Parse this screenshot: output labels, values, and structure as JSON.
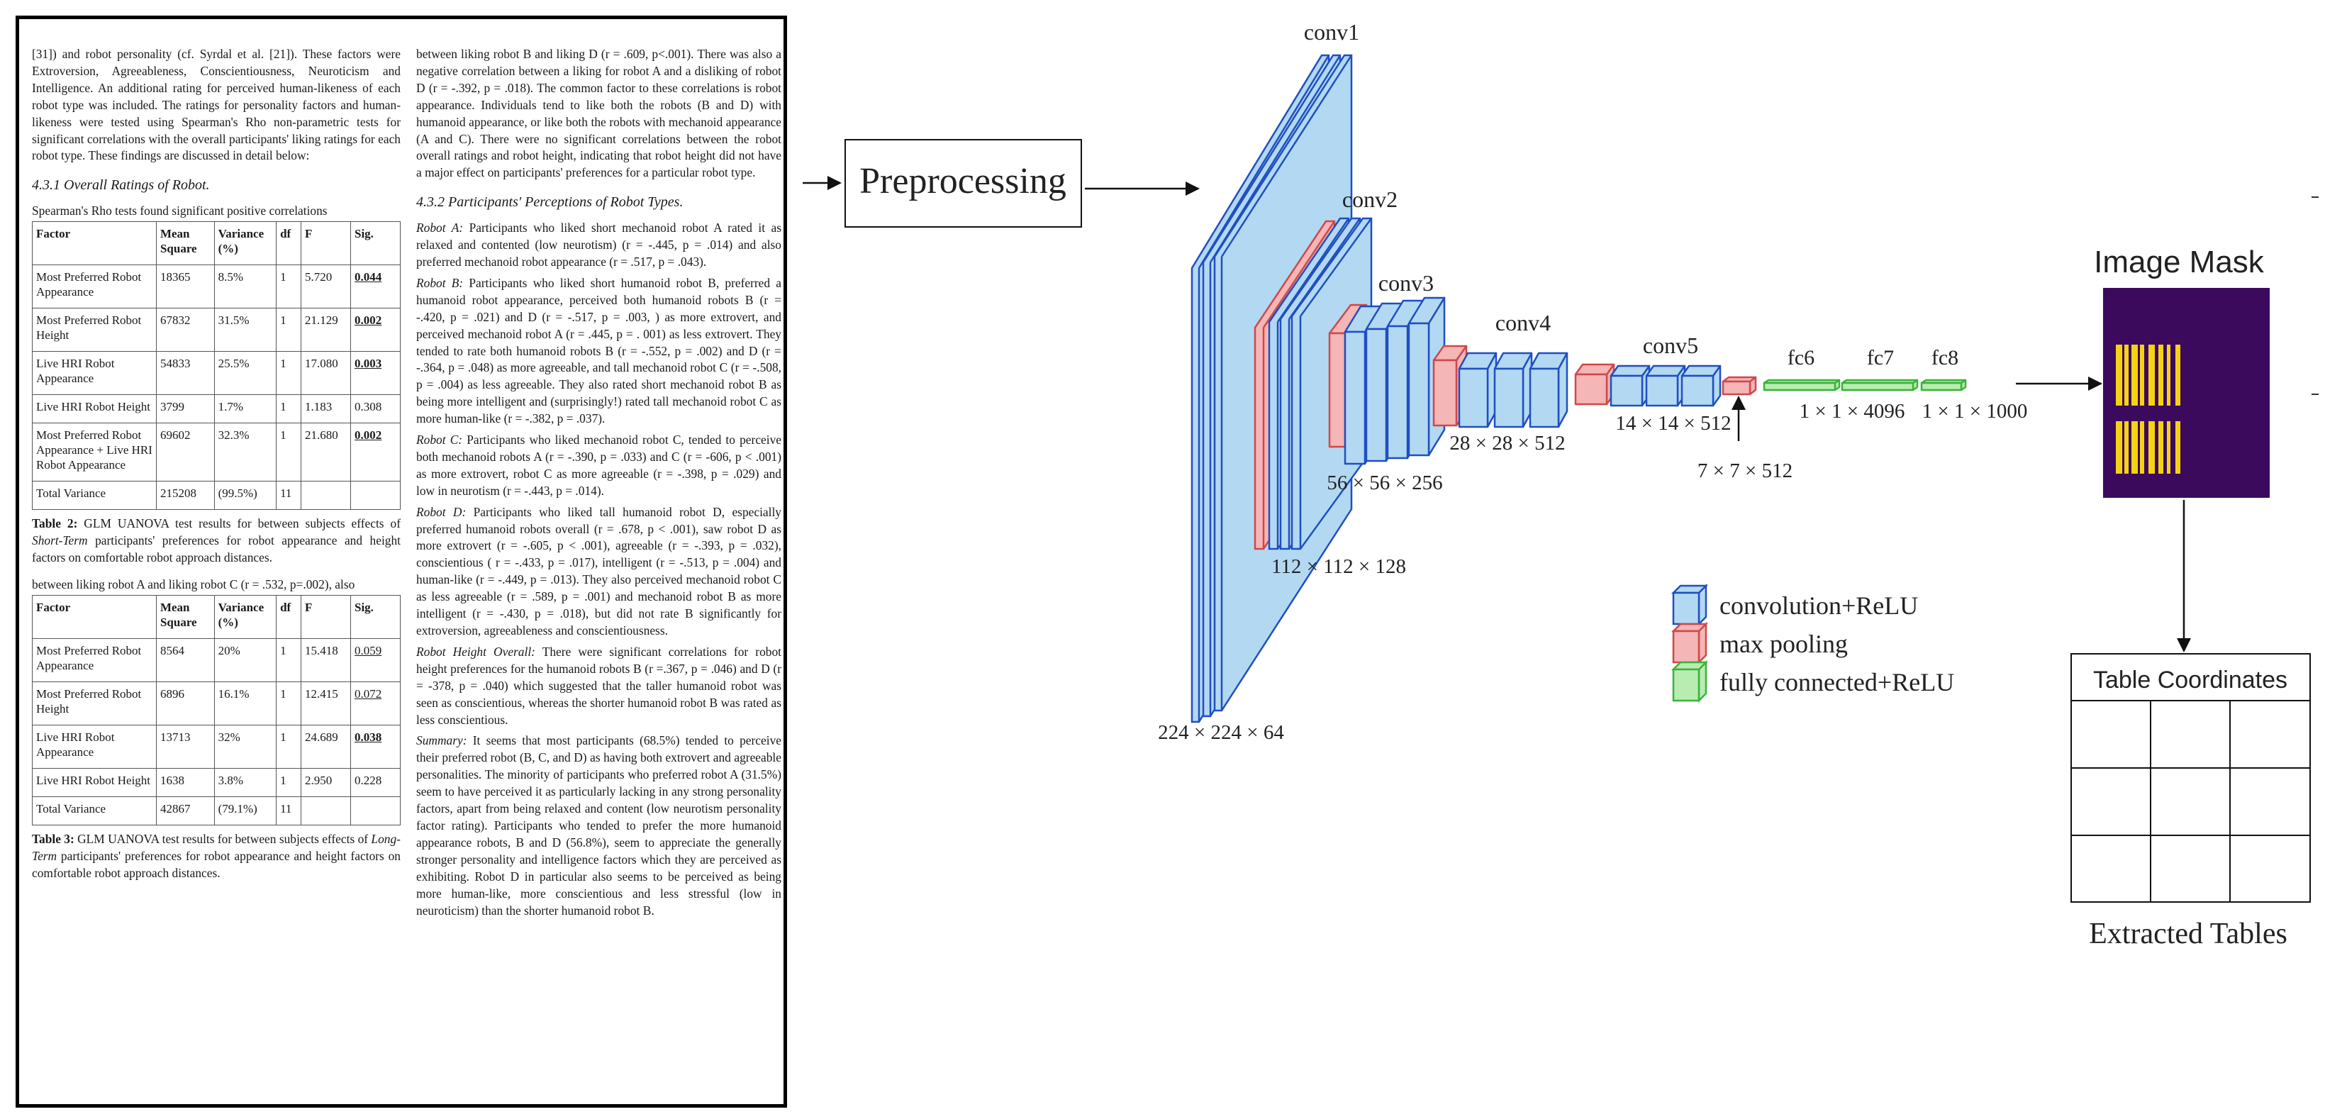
{
  "paper": {
    "left_intro": "[31]) and robot personality (cf. Syrdal et al. [21]). These factors were Extroversion, Agreeableness, Conscientiousness, Neuroticism and Intelligence. An additional rating for perceived human-likeness of each robot type was included. The ratings for personality factors and human-likeness were tested using Spearman's Rho non-parametric tests for significant correlations with the overall participants' liking ratings for each robot type. These findings are discussed in detail below:",
    "section_431": "4.3.1 Overall Ratings of Robot.",
    "section_431_lead": "Spearman's Rho tests found significant positive correlations",
    "table2": {
      "headers": [
        "Factor",
        "Mean Square",
        "Variance (%)",
        "df",
        "F",
        "Sig."
      ],
      "rows": [
        [
          "Most Preferred Robot Appearance",
          "18365",
          "8.5%",
          "1",
          "5.720",
          "0.044"
        ],
        [
          "Most Preferred Robot Height",
          "67832",
          "31.5%",
          "1",
          "21.129",
          "0.002"
        ],
        [
          "Live HRI Robot Appearance",
          "54833",
          "25.5%",
          "1",
          "17.080",
          "0.003"
        ],
        [
          "Live HRI Robot Height",
          "3799",
          "1.7%",
          "1",
          "1.183",
          "0.308"
        ],
        [
          "Most Preferred Robot Appearance + Live HRI Robot Appearance",
          "69602",
          "32.3%",
          "1",
          "21.680",
          "0.002"
        ],
        [
          "Total Variance",
          "215208",
          "(99.5%)",
          "11",
          "",
          ""
        ]
      ],
      "sig_bold": [
        true,
        true,
        true,
        false,
        true,
        false
      ],
      "caption_label": "Table 2:",
      "caption_text": " GLM UANOVA test results for between subjects effects of ",
      "caption_italic": "Short-Term",
      "caption_rest": " participants' preferences for robot appearance and height factors on comfortable robot approach distances."
    },
    "between_line": "between liking robot A and liking robot C (r = .532, p=.002), also",
    "table3": {
      "headers": [
        "Factor",
        "Mean Square",
        "Variance (%)",
        "df",
        "F",
        "Sig."
      ],
      "rows": [
        [
          "Most Preferred Robot Appearance",
          "8564",
          "20%",
          "1",
          "15.418",
          "0.059"
        ],
        [
          "Most Preferred Robot Height",
          "6896",
          "16.1%",
          "1",
          "12.415",
          "0.072"
        ],
        [
          "Live HRI Robot Appearance",
          "13713",
          "32%",
          "1",
          "24.689",
          "0.038"
        ],
        [
          "Live HRI Robot Height",
          "1638",
          "3.8%",
          "1",
          "2.950",
          "0.228"
        ],
        [
          "Total Variance",
          "42867",
          "(79.1%)",
          "11",
          "",
          ""
        ]
      ],
      "sig_bold": [
        false,
        false,
        true,
        false,
        false
      ],
      "caption_label": "Table 3:",
      "caption_text": " GLM UANOVA test results for between subjects effects of ",
      "caption_italic": "Long-Term",
      "caption_rest": " participants' preferences for robot appearance and height factors on comfortable robot approach distances."
    },
    "right_intro": "between liking robot B and liking D (r = .609, p<.001). There was also a negative correlation between a liking for robot A and a disliking of robot D (r = -.392, p = .018). The common factor to these correlations is robot appearance. Individuals tend to like both the robots (B and D) with humanoid appearance, or like both the robots with mechanoid appearance (A and C). There were no significant correlations between the robot overall ratings and robot height, indicating that robot height did not have a major effect on participants' preferences for a particular robot type.",
    "section_432": "4.3.2 Participants' Perceptions of Robot Types.",
    "robot_paras": [
      {
        "label": "Robot A:",
        "text": " Participants who liked short mechanoid robot A rated it as relaxed and contented (low neurotism) (r = -.445, p = .014) and also preferred mechanoid robot appearance (r = .517, p = .043)."
      },
      {
        "label": "Robot B:",
        "text": " Participants who liked short humanoid robot B, preferred a humanoid robot appearance, perceived both humanoid robots B (r = -.420, p = .021) and D (r = -.517, p = .003, ) as more extrovert, and perceived mechanoid robot A (r = .445, p = . 001) as less extrovert. They tended to rate both humanoid robots B (r = -.552, p = .002) and D (r = -.364, p = .048) as more agreeable, and tall mechanoid robot C (r = -.508, p = .004) as less agreeable. They also rated short mechanoid robot B as being more intelligent and (surprisingly!) rated tall mechanoid robot C as more human-like (r = -.382, p = .037)."
      },
      {
        "label": "Robot C:",
        "text": " Participants who liked mechanoid robot C, tended to perceive both mechanoid robots A (r = -.390, p = .033) and C (r = -606, p < .001) as more extrovert, robot C as more agreeable (r = -.398, p = .029) and low in neurotism (r = -.443, p = .014)."
      },
      {
        "label": "Robot D:",
        "text": " Participants who liked tall humanoid robot D, especially preferred humanoid robots overall (r = .678, p < .001), saw robot D as more extrovert (r = -.605, p < .001), agreeable (r = -.393, p = .032), conscientious ( r = -.433, p = .017), intelligent (r = -.513, p = .004) and human-like (r = -.449, p = .013). They also perceived mechanoid robot C as less agreeable (r = .589, p = .001) and mechanoid robot B as more intelligent (r = -.430, p = .018), but did not rate B significantly for extroversion, agreeableness and conscientiousness."
      },
      {
        "label": "Robot Height Overall:",
        "text": " There were significant correlations for robot height preferences for the humanoid robots B (r =.367, p = .046) and D (r = -378, p = .040) which suggested that the taller humanoid robot was seen as conscientious, whereas the shorter humanoid robot B was rated as less conscientious."
      },
      {
        "label": "Summary:",
        "text": " It seems that most participants (68.5%) tended to perceive their preferred robot (B, C, and D) as having both extrovert and agreeable personalities. The minority of participants who preferred robot A (31.5%) seem to have perceived it as particularly lacking in any strong personality factors, apart from being relaxed and content (low neurotism personality factor rating). Participants who tended to prefer the more humanoid appearance robots, B and D (56.8%), seem to appreciate the generally stronger personality and intelligence factors which they are perceived as exhibiting. Robot D in particular also seems to be perceived as being more human-like, more conscientious and less stressful (low in neuroticism) than the shorter humanoid robot B."
      }
    ]
  },
  "diagram": {
    "preprocessing_label": "Preprocessing",
    "layers": {
      "conv1": "conv1",
      "conv2": "conv2",
      "conv3": "conv3",
      "conv4": "conv4",
      "conv5": "conv5",
      "fc6": "fc6",
      "fc7": "fc7",
      "fc8": "fc8"
    },
    "dims": {
      "d1": "224 × 224 × 64",
      "d2": "112 × 112 × 128",
      "d3": "56 × 56 × 256",
      "d4": "28 × 28 × 512",
      "d5": "14 × 14 × 512",
      "d6": "7 × 7 × 512",
      "d7": "1 × 1 × 4096",
      "d8": "1 × 1 × 1000"
    },
    "legend": [
      {
        "label": "convolution+ReLU",
        "color": "#b3d9f2",
        "edge": "#1f4fc2"
      },
      {
        "label": "max pooling",
        "color": "#f4b6b6",
        "edge": "#d04848"
      },
      {
        "label": "fully connected+ReLU",
        "color": "#b9ecb1",
        "edge": "#39b339"
      }
    ],
    "image_mask_label": "Image Mask",
    "mask_bg": "#3b0a5c",
    "mask_bar": "#f5d313",
    "table_coordinates_label": "Table Coordinates",
    "extracted_tables_label": "Extracted Tables"
  }
}
